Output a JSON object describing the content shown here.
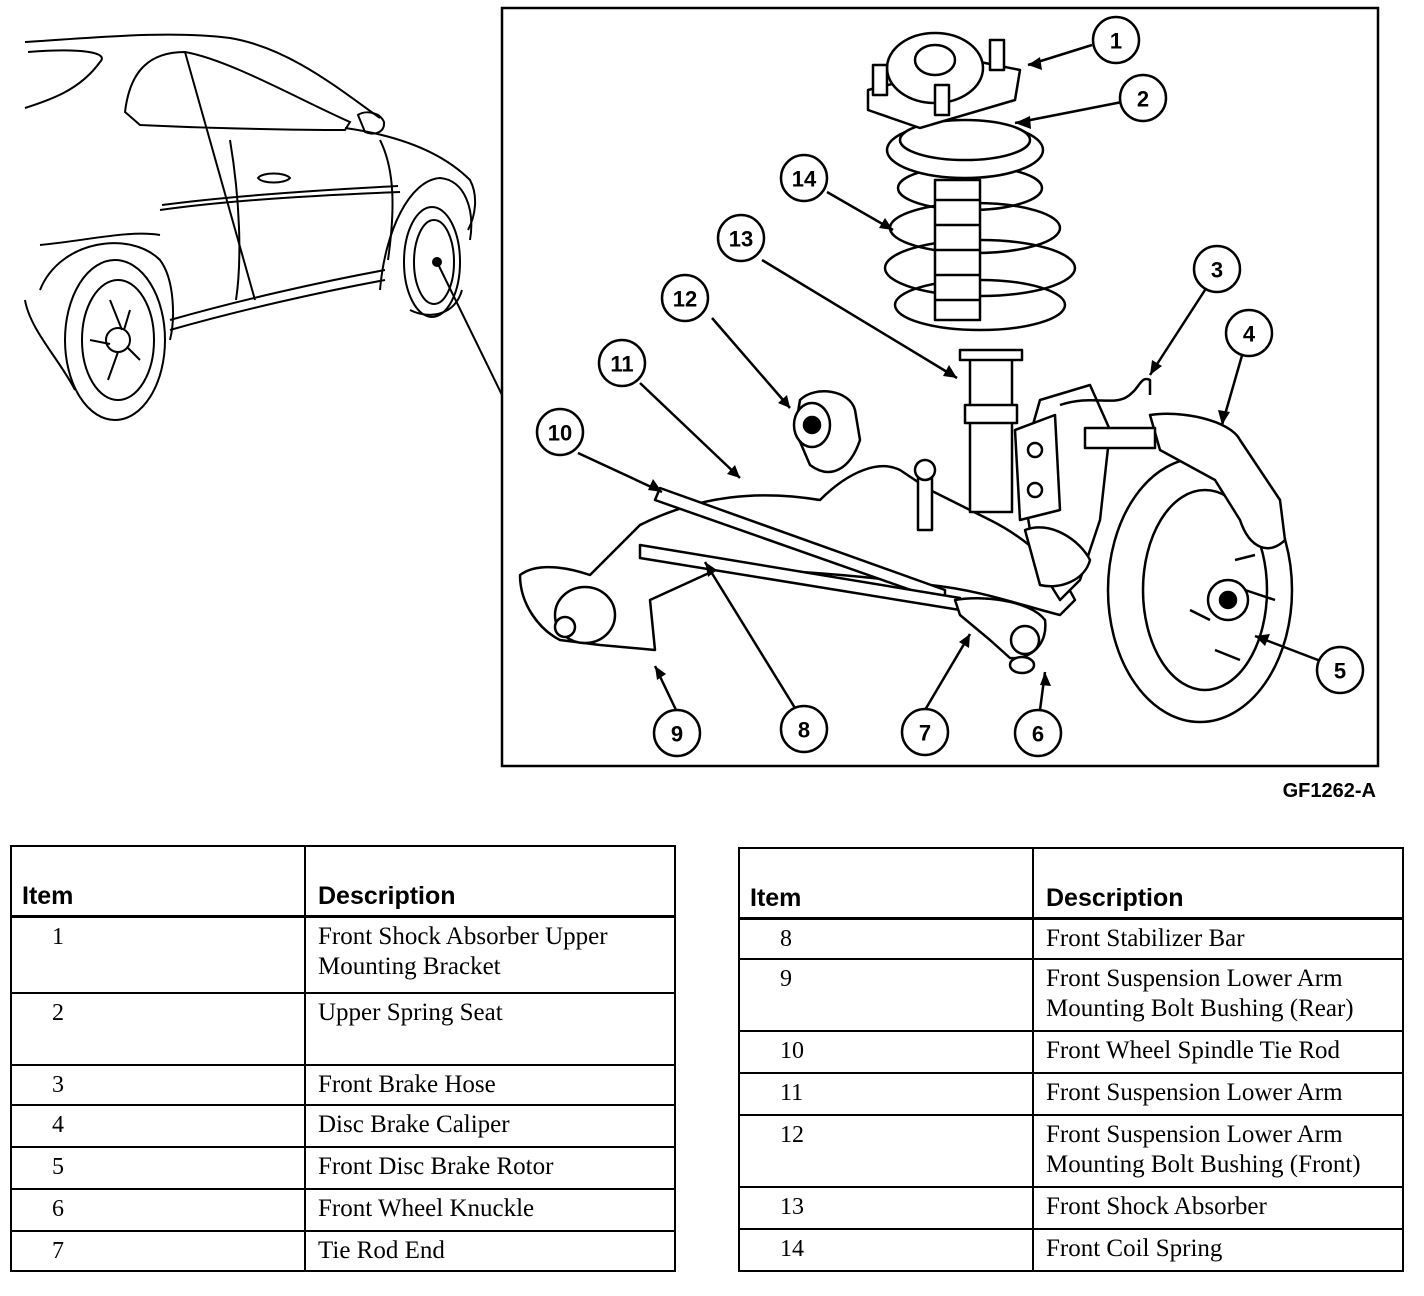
{
  "figure_code": "GF1262-A",
  "callouts": [
    {
      "num": "1",
      "name": "Front Shock Absorber Upper Mounting Bracket"
    },
    {
      "num": "2",
      "name": "Upper Spring Seat"
    },
    {
      "num": "3",
      "name": "Front Brake Hose"
    },
    {
      "num": "4",
      "name": "Disc Brake Caliper"
    },
    {
      "num": "5",
      "name": "Front Disc Brake Rotor"
    },
    {
      "num": "6",
      "name": "Front Wheel Knuckle"
    },
    {
      "num": "7",
      "name": "Tie Rod End"
    },
    {
      "num": "8",
      "name": "Front Stabilizer Bar"
    },
    {
      "num": "9",
      "name": "Front Suspension Lower Arm Mounting Bolt Bushing (Rear)"
    },
    {
      "num": "10",
      "name": "Front Wheel Spindle Tie Rod"
    },
    {
      "num": "11",
      "name": "Front Suspension Lower Arm"
    },
    {
      "num": "12",
      "name": "Front Suspension Lower Arm Mounting Bolt Bushing (Front)"
    },
    {
      "num": "13",
      "name": "Front Shock Absorber"
    },
    {
      "num": "14",
      "name": "Front Coil Spring"
    }
  ],
  "table_left": {
    "header_item": "Item",
    "header_description": "Description",
    "rows": [
      {
        "item": "1",
        "description": "Front Shock Absorber Upper Mounting Bracket"
      },
      {
        "item": "2",
        "description": "Upper Spring Seat"
      },
      {
        "item": "3",
        "description": "Front Brake Hose"
      },
      {
        "item": "4",
        "description": "Disc Brake Caliper"
      },
      {
        "item": "5",
        "description": "Front Disc Brake Rotor"
      },
      {
        "item": "6",
        "description": "Front Wheel Knuckle"
      },
      {
        "item": "7",
        "description": "Tie Rod End"
      }
    ]
  },
  "table_right": {
    "header_item": "Item",
    "header_description": "Description",
    "rows": [
      {
        "item": "8",
        "description": "Front Stabilizer Bar"
      },
      {
        "item": "9",
        "description": "Front Suspension Lower Arm Mounting Bolt Bushing (Rear)"
      },
      {
        "item": "10",
        "description": "Front Wheel Spindle Tie Rod"
      },
      {
        "item": "11",
        "description": "Front Suspension Lower Arm"
      },
      {
        "item": "12",
        "description": "Front Suspension Lower Arm Mounting Bolt Bushing (Front)"
      },
      {
        "item": "13",
        "description": "Front Shock Absorber"
      },
      {
        "item": "14",
        "description": "Front Coil Spring"
      }
    ]
  }
}
